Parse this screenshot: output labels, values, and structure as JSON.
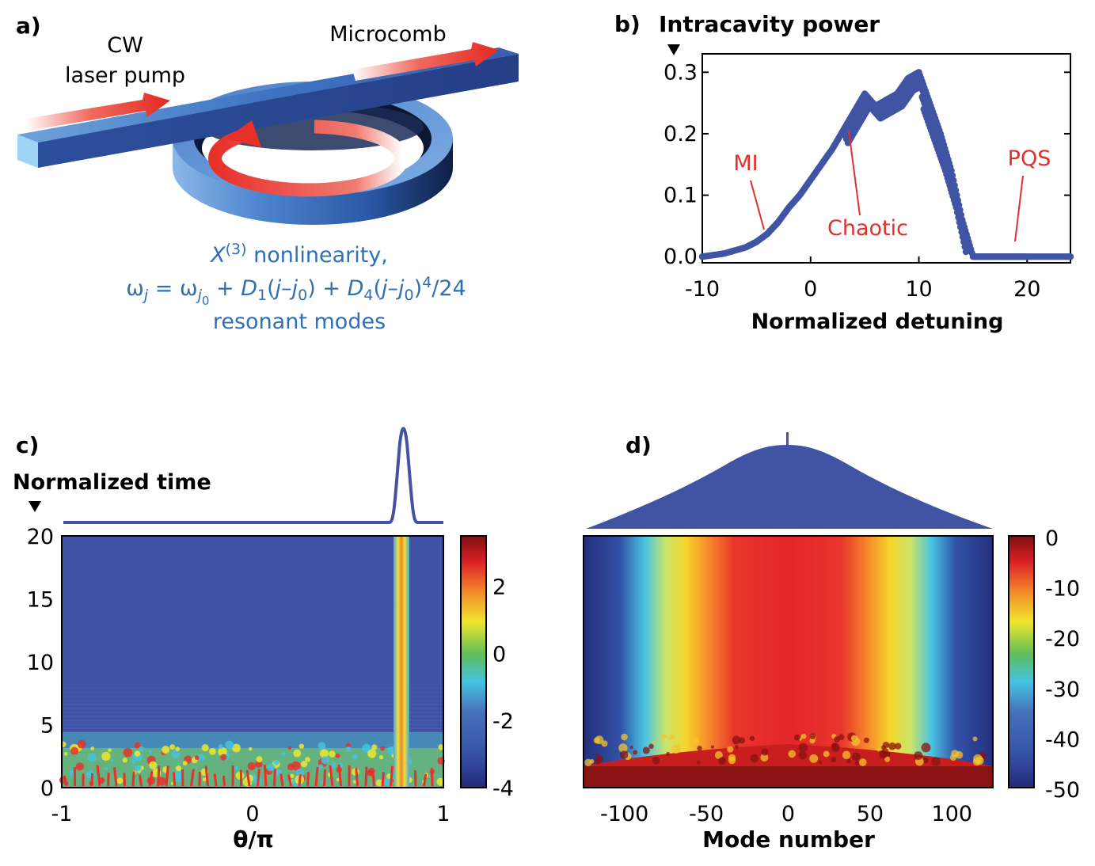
{
  "colors": {
    "accent": "#4154a4",
    "caption": "#2e6fb5",
    "annotation": "#e0302c",
    "arrow": "#e8302a"
  },
  "panel_a": {
    "label": "a)",
    "input_label_1": "CW",
    "input_label_2": "laser pump",
    "output_label": "Microcomb",
    "caption_line1_sym": "X",
    "caption_line1_sup": "(3)",
    "caption_line1_rest": " nonlinearity,",
    "caption_line2": "ω_j = ω_j0 + D1(j−j0) + D4(j−j0)^4/24",
    "caption_line3": "resonant modes"
  },
  "chart_data": [
    {
      "panel": "b)",
      "type": "scatter",
      "title": "Intracavity power",
      "xlabel": "Normalized detuning",
      "ylabel": "",
      "xlim": [
        -10,
        24
      ],
      "ylim": [
        -0.01,
        0.33
      ],
      "xticks": [
        -10,
        0,
        10,
        20
      ],
      "yticks": [
        0.0,
        0.1,
        0.2,
        0.3
      ],
      "ytick_labels": [
        "0.0",
        "0.1",
        "0.2",
        "0.3"
      ],
      "annotations": [
        {
          "text": "MI",
          "x": -4.2,
          "y": 0.03
        },
        {
          "text": "Chaotic",
          "x": 4.2,
          "y": 0.19
        },
        {
          "text": "PQS",
          "x": 19.2,
          "y": 0.005
        }
      ],
      "series": [
        {
          "x": [
            -10,
            -8,
            -6,
            -5,
            -4,
            -3,
            -2,
            -1,
            0,
            1,
            2,
            3,
            4,
            5,
            6,
            7,
            8,
            9,
            10,
            11,
            12,
            13,
            14,
            15,
            16,
            17,
            18,
            19,
            20,
            22,
            24
          ],
          "y": [
            0.0,
            0.005,
            0.015,
            0.024,
            0.037,
            0.056,
            0.08,
            0.1,
            0.125,
            0.15,
            0.175,
            0.205,
            0.235,
            0.265,
            0.245,
            0.255,
            0.265,
            0.29,
            0.3,
            0.25,
            0.2,
            0.14,
            0.06,
            0.0,
            0.0,
            0.0,
            0.0,
            0.0,
            0.0,
            0.0,
            0.0
          ]
        }
      ]
    },
    {
      "panel": "c)",
      "type": "heatmap",
      "ylabel": "Normalized time",
      "xlabel": "θ/π",
      "xlim": [
        -1,
        1
      ],
      "ylim": [
        0,
        20
      ],
      "xticks": [
        -1,
        0,
        1
      ],
      "yticks": [
        0,
        5,
        10,
        15,
        20
      ],
      "colorbar_ticks": [
        -4,
        -2,
        0,
        2
      ],
      "colorbar_range": [
        -4,
        3.5
      ],
      "soliton_position": 0.76
    },
    {
      "panel": "d)",
      "type": "heatmap",
      "xlabel": "Mode number",
      "xlim": [
        -125,
        125
      ],
      "xticks": [
        -100,
        -50,
        0,
        50,
        100
      ],
      "colorbar_ticks": [
        0,
        -10,
        -20,
        -30,
        -40,
        -50
      ],
      "colorbar_range": [
        -50,
        0
      ]
    }
  ]
}
